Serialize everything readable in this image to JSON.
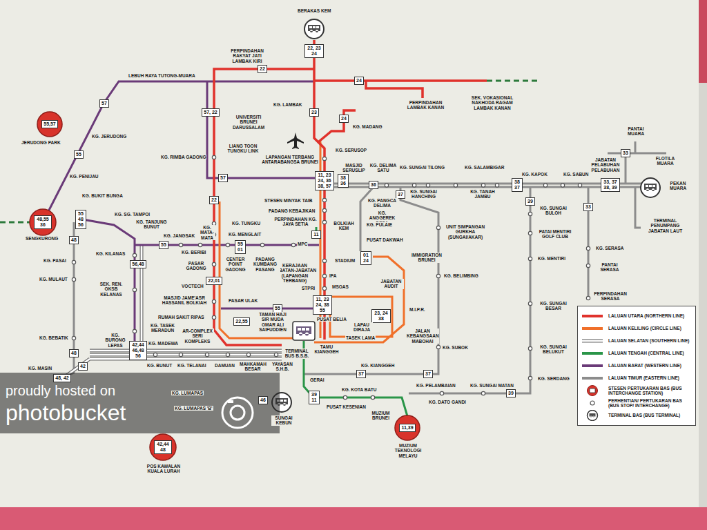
{
  "diagram": {
    "nodes": [
      {
        "text": [
          "22, 23 24"
        ]
      },
      {
        "text": [
          "22"
        ]
      },
      {
        "text": [
          "24"
        ]
      },
      {
        "text": [
          "57"
        ]
      },
      {
        "text": [
          "57, 22"
        ]
      },
      {
        "text": [
          "23"
        ]
      },
      {
        "text": [
          "24"
        ]
      },
      {
        "text": [
          "55,57"
        ]
      },
      {
        "text": [
          "55"
        ]
      },
      {
        "text": [
          "57"
        ]
      },
      {
        "text": [
          "11, 23 24, 36 38, 57"
        ]
      },
      {
        "text": [
          "38 36"
        ]
      },
      {
        "text": [
          "36"
        ]
      },
      {
        "text": [
          "37"
        ]
      },
      {
        "text": [
          "38 37"
        ]
      },
      {
        "text": [
          "33"
        ]
      },
      {
        "text": [
          "33, 37 38, 39"
        ]
      },
      {
        "text": [
          "22"
        ]
      },
      {
        "text": [
          "39"
        ]
      },
      {
        "text": [
          "33"
        ]
      },
      {
        "text": [
          "48,55 36"
        ]
      },
      {
        "text": [
          "55 48 56"
        ]
      },
      {
        "text": [
          "11"
        ]
      },
      {
        "text": [
          "48"
        ]
      },
      {
        "text": [
          "55"
        ]
      },
      {
        "text": [
          "55 01"
        ]
      },
      {
        "text": [
          "01 24"
        ]
      },
      {
        "text": [
          "56,48"
        ]
      },
      {
        "text": [
          "22,01"
        ]
      },
      {
        "text": [
          "55"
        ]
      },
      {
        "text": [
          "11, 23 24, 38 55"
        ]
      },
      {
        "text": [
          "23, 24 38"
        ]
      },
      {
        "text": [
          "22,55"
        ]
      },
      {
        "text": [
          "42,44 46,48 56"
        ]
      },
      {
        "text": [
          "48"
        ]
      },
      {
        "text": [
          "42"
        ]
      },
      {
        "text": [
          "37"
        ]
      },
      {
        "text": [
          "37"
        ]
      },
      {
        "text": [
          "48, 42"
        ]
      },
      {
        "text": [
          "39 11"
        ]
      },
      {
        "text": [
          "39"
        ]
      },
      {
        "text": [
          "46"
        ]
      },
      {
        "text": [
          "11,39"
        ]
      },
      {
        "text": [
          "42,44 48"
        ]
      }
    ],
    "labels": [
      "BERAKAS KEM",
      "PERPINDAHAN RAKYAT JATI LAMBAK KIRI",
      "LEBUH RAYA TUTONG-MUARA",
      "PERPINDAHAN LAMBAK KANAN",
      "SEK. VOKASIONAL NAKHODA RAGAM LAMBAK KANAN",
      "KG. LAMBAK",
      "KG. MADANG",
      "UNIVERSITI BRUNEI DARUSSALAM",
      "JERUDONG PARK",
      "KG. JERUDONG",
      "KG. RIMBA GADONG",
      "LIANG TOON TUNGKU LINK",
      "KG. SERUSOP",
      "LAPANGAN TERBANG ANTARABANGSA BRUNEI",
      "KG. PENIJAU",
      "MASJID SERUSLIP",
      "KG. DELIMA SATU",
      "KG. SUNGAI TILONG",
      "KG. SALAMBIGAR",
      "KG. KAPOK",
      "KG. SABUN",
      "PANTAI MUARA",
      "JABATAN PELABUHAN PELABUHAN",
      "FLOTILA MUARA",
      "PEKAN MUARA",
      "KG. SUNGAI HANCHING",
      "KG. TANAH JAMBU",
      "KG. BUKIT BUNGA",
      "STESEN MINYAK TAIB",
      "KG. PANGCA DELIMA",
      "KG. ANGGEREK DESA",
      "KG. SUNGAI BULOH",
      "TERMINAL PENUMPANG JABATAN LAUT",
      "SENGKURONG",
      "KG. SG. TAMPOI",
      "KG. TANJUNG BUNUT",
      "PADANG KEBAJIKAN",
      "PERPINDAHAN KG. JAYA SETIA",
      "BOLKIAH KEM",
      "KG. PULAIE",
      "KG. TUNGKU",
      "KG. JANGSAK",
      "KG. MATA-MATA",
      "KG. MENGLAIT",
      "PATAI MENTIRI GOLF CLUB",
      "UNIT SIMPANGAN GURKHA (SUNGAI/AKAR)",
      "MPC",
      "KG. BERIBI",
      "PUSAT DAKWAH",
      "IMMIGRATION BRUNEI",
      "KG. SERASA",
      "PANTAI SERASA",
      "STADIUM",
      "KERAJAAN JABATAN-JABATAN (LAPANGAN TERBANG)",
      "KG. KILANAS",
      "KG. PASAI",
      "KG. MENTIRI",
      "CENTER POINT GADONG",
      "PADANG KUMBANG PASANG",
      "PASAR GADONG",
      "IPA",
      "KG. BELIMBING",
      "KG. MULAUT",
      "VOCTECH",
      "STPRI",
      "MSOAS",
      "JABATAN AUDIT",
      "PERPINDAHAN SERASA",
      "SEK. REN. OKSB KELANAS",
      "MASJID JAME'ASR HASSANIL BOLKIAH",
      "PASAR ULAK",
      "M.I.P.R.",
      "KG. SUNGAI BESAR",
      "RUMAH SAKIT RIPAS",
      "TAMAN HAJI SIR MUDA OMAR ALI SAIFUDDIEN",
      "PUSAT BELIA",
      "LAPAU DIRAJA",
      "KG. TASEK MERADUN",
      "AR-COMPLEX SERI KOMPLEKS",
      "KG. MADEWA",
      "KG. BEBATIK",
      "JALAN KEBANGSAAN MABOHAI",
      "TASEK LAMA",
      "TERMINAL BUS B.S.B.",
      "KG. BURONG LEPAS",
      "TAMU KIANGGEH",
      "KG. SUBOK",
      "KG. SUNGAI BELUKUT",
      "KG. BUNUT",
      "KG. TELANAI",
      "DAMUAN",
      "MAHKAMAH BESAR",
      "YAYASAN S.H.B.",
      "KG. KIANGGEH",
      "GERAI",
      "KG. SERDANG",
      "KG. MASIN",
      "KG. PELAMBAIAN",
      "KG. KOTA BATU",
      "KG. SUNGAI MATAN",
      "PUSAT KESENIAN",
      "KG. LUMAPAS",
      "KG. LUMAPAS 'B'",
      "SUNGAI KEBUN",
      "KG. DATO GANDI",
      "MUZIUM BRUNEI",
      "MUZIUM TEKNOLOGI MELAYU",
      "POS KAWALAN KUALA LURAH",
      "proudly hosted on",
      "photobucket"
    ],
    "legend": [
      {
        "text": "LALUAN UTARA (NORTHERN LINE)"
      },
      {
        "text": "LALUAN KELILING (CIRCLE LINE)"
      },
      {
        "text": "LALUAN SELATAN (SOUTHERN LINE)"
      },
      {
        "text": "LALUAN TENGAH (CENTRAL LINE)"
      },
      {
        "text": "LALUAN BARAT (WESTERN LINE)"
      },
      {
        "text": "LALUAN TIMUR (EASTERN LINE)"
      },
      {
        "text": "STESEN PERTUKARAN BAS (BUS INTERCHANGE STATION)"
      },
      {
        "text": "PERHENTIAN/ PERTUKARAN BAS (BUS STOP/ INTERCHANGE)"
      },
      {
        "text": "TERMINAL BAS (BUS TERMINAL)"
      }
    ]
  }
}
